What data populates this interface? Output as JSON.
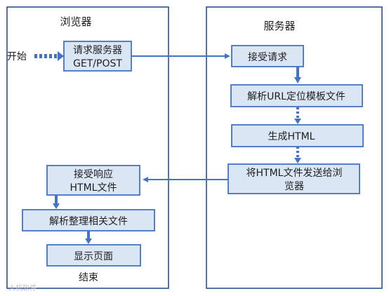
{
  "browser": {
    "title": "浏览器",
    "start": "开始",
    "end": "结束",
    "request_line1": "请求服务器",
    "request_line2": "GET/POST",
    "receive_line1": "接受响应",
    "receive_line2": "HTML文件",
    "parse": "解析整理相关文件",
    "display": "显示页面"
  },
  "server": {
    "title": "服务器",
    "receive": "接受请求",
    "parse": "解析URL定位模板文件",
    "generate": "生成HTML",
    "send_line1": "将HTML文件发送给浏",
    "send_line2": "览器"
  },
  "watermark": "人机软件",
  "colors": {
    "box_fill": "#dbe6f4",
    "box_border": "#4472c4",
    "arrow": "#4472c4",
    "panel_border": "#2f4f8f"
  }
}
